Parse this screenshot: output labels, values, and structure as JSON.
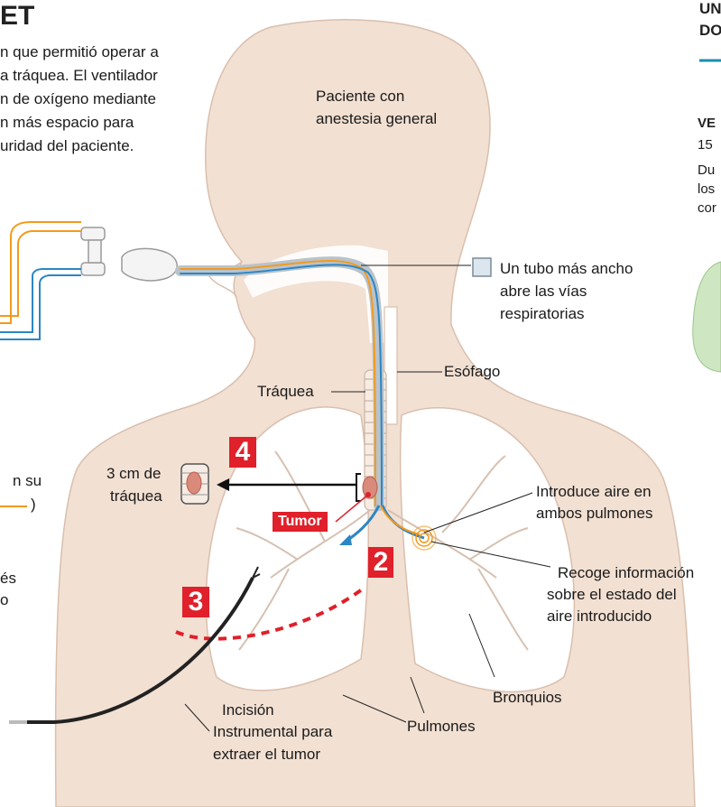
{
  "header": {
    "title_fragment": "ET",
    "intro_lines": [
      "n que permitió operar a",
      "a tráquea. El ventilador",
      "n de oxígeno mediante",
      "n más espacio para",
      "uridad del paciente."
    ]
  },
  "left_edge": {
    "lines_a": [
      "n su",
      ")"
    ],
    "lines_b": [
      "és",
      "o"
    ]
  },
  "labels": {
    "patient": [
      "Paciente con",
      "anestesia general"
    ],
    "wide_tube": [
      "Un tubo más ancho",
      "abre las vías",
      "respiratorias"
    ],
    "esophagus": "Esófago",
    "trachea": "Tráquea",
    "trachea_piece": [
      "3 cm de",
      "tráquea"
    ],
    "tumor": "Tumor",
    "air_in": [
      "Introduce aire en",
      "ambos pulmones"
    ],
    "collects_info": [
      "Recoge información",
      "sobre el estado del",
      "aire introducido"
    ],
    "bronchi": "Bronquios",
    "incision": "Incisión",
    "lungs": "Pulmones",
    "instrument": [
      "Instrumental para",
      "extraer el tumor"
    ]
  },
  "steps": {
    "two": "2",
    "three": "3",
    "four": "4"
  },
  "right_panel": {
    "heading_lines": [
      "UN",
      "DO"
    ],
    "subhead": "VE",
    "line_number": "15",
    "body_lines": [
      "Du",
      "los",
      "cor"
    ]
  },
  "colors": {
    "skin": "#f2e0d2",
    "skin_line": "#d9bfae",
    "accent_red": "#e0202a",
    "tube_orange": "#f39a1c",
    "tube_blue": "#2b86c5",
    "panel_teal": "#1a8fb0",
    "lung_green": "#cfe6c3"
  }
}
